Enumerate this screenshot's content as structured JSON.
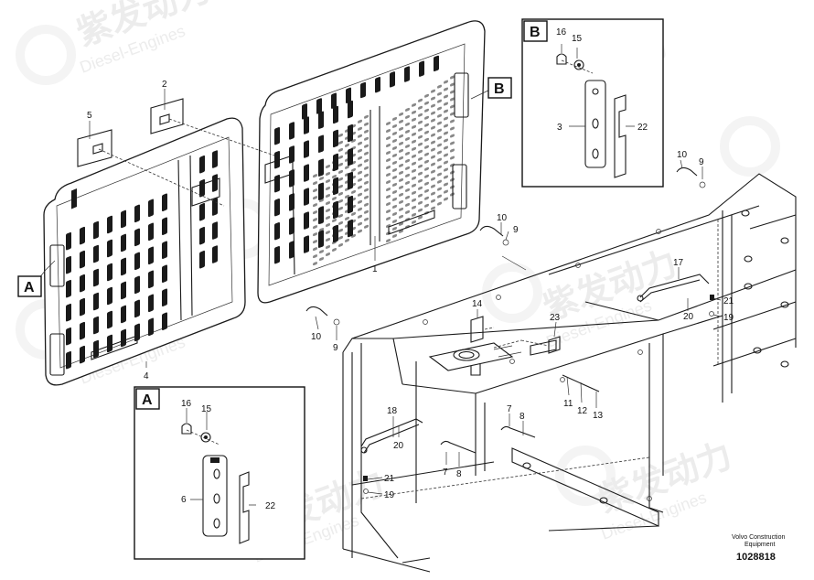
{
  "watermark": {
    "cn": "紫发动力",
    "en": "Diesel-Engines"
  },
  "refs": {
    "a": "A",
    "b": "B"
  },
  "labels": {
    "p1": "1",
    "p2": "2",
    "p3": "3",
    "p4": "4",
    "p5": "5",
    "p6": "6",
    "p7": "7",
    "p8": "8",
    "p9": "9",
    "p10": "10",
    "p11": "11",
    "p12": "12",
    "p13": "13",
    "p14": "14",
    "p15": "15",
    "p16": "16",
    "p17": "17",
    "p18": "18",
    "p19": "19",
    "p20": "20",
    "p21": "21",
    "p22": "22",
    "p23": "23"
  },
  "footer": {
    "brand_line1": "Volvo Construction",
    "brand_line2": "Equipment",
    "drawing_number": "1028818"
  }
}
